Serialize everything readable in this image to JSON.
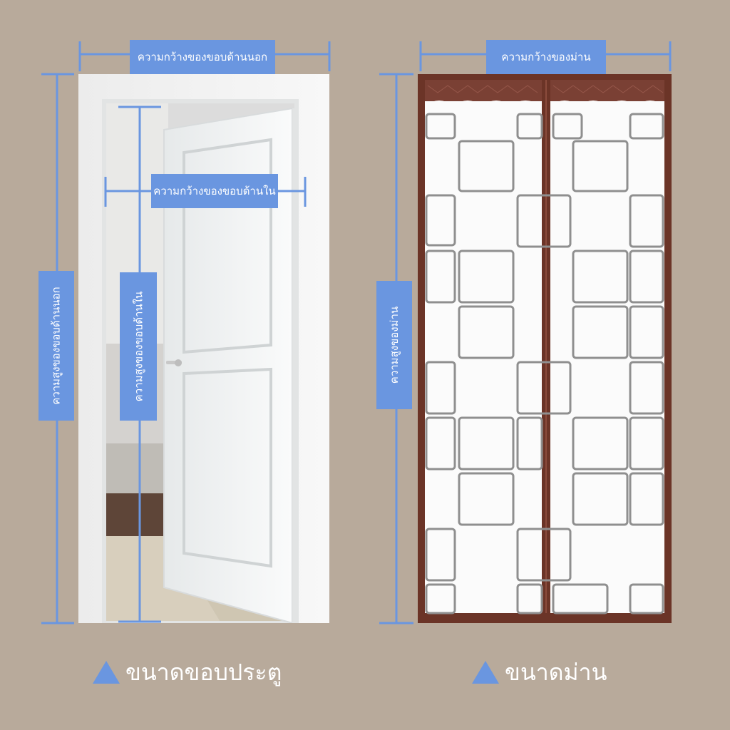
{
  "door": {
    "outer_width_label": "ความกว้างของขอบด้านนอก",
    "inner_width_label": "ความกว้างของขอบด้านใน",
    "outer_height_label": "ความสูงของขอบด้านนอก",
    "inner_height_label": "ความสูงของขอบด้านใน",
    "caption": "ขนาดขอบประตู"
  },
  "curtain": {
    "width_label": "ความกว้างของม่าน",
    "height_label": "ความสูงของม่าน",
    "caption": "ขนาดม่าน"
  },
  "colors": {
    "background": "#b8aa9b",
    "accent": "#6a96e0",
    "curtain_frame": "#6b3427",
    "door_white": "#f4f5f4"
  }
}
